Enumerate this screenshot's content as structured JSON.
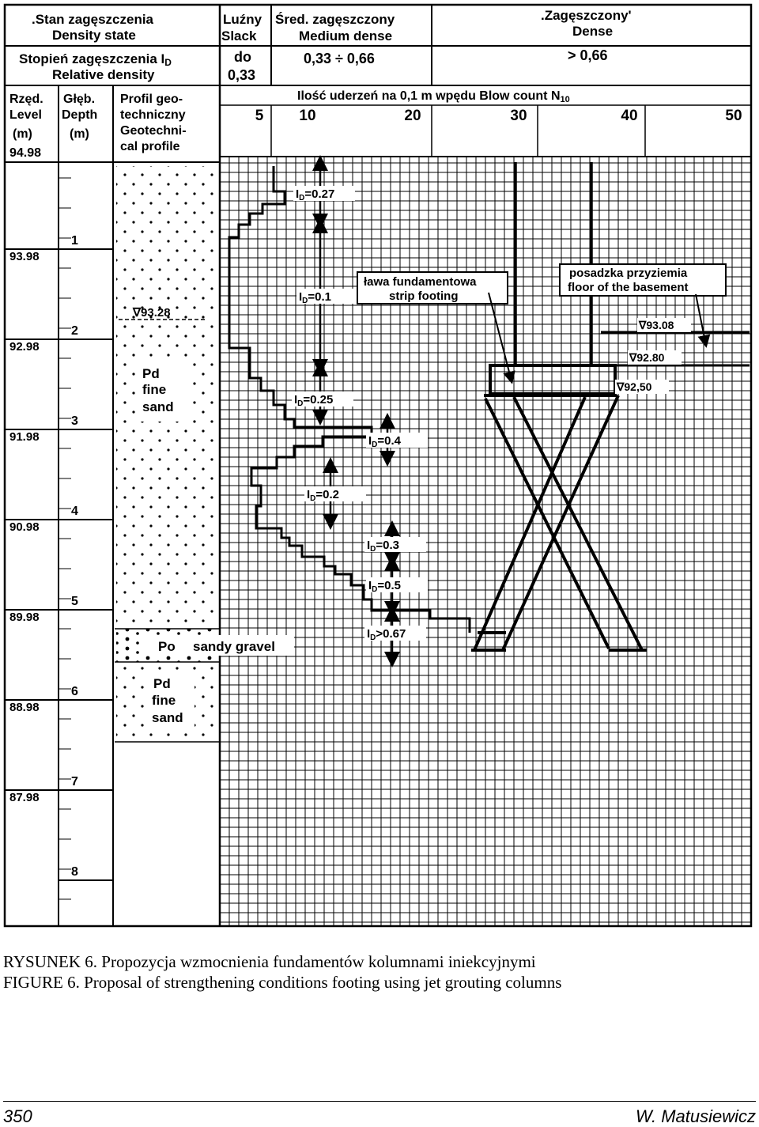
{
  "header": {
    "state_pl": ".Stan zagęszczenia",
    "state_en": "Density state",
    "slack_pl": "Luźny",
    "slack_en": "Slack",
    "medium_pl": "Śred. zagęszczony",
    "medium_en": "Medium dense",
    "dense_pl": ".Zagęszczony'",
    "dense_en": "Dense",
    "rel_pl": "Stopień zagęszczenia I",
    "rel_sub": "D",
    "rel_en": "Relative density",
    "slack_val1": "do",
    "slack_val2": "0,33",
    "medium_val": "0,33 ÷ 0,66",
    "dense_val": "> 0,66",
    "level_pl": "Rzęd.",
    "level_en": "Level",
    "level_unit": "(m)",
    "level_top": "94.98",
    "depth_pl": "Głęb.",
    "depth_en": "Depth",
    "depth_unit": "(m)",
    "profile_l1": "Profil geo-",
    "profile_l2": "techniczny",
    "profile_l3": "Geotechni-",
    "profile_l4": "cal profile",
    "blow_title": "Ilość uderzeń na 0,1 m wpędu Blow count N",
    "blow_sub": "10",
    "blow_ticks": [
      "5",
      "10",
      "20",
      "30",
      "40",
      "50"
    ]
  },
  "levels": [
    "93.98",
    "92.98",
    "91.98",
    "90.98",
    "89.98",
    "88.98",
    "87.98"
  ],
  "depths": [
    "1",
    "2",
    "3",
    "4",
    "5",
    "6",
    "7",
    "8"
  ],
  "soils": {
    "water_level": "∇93.28",
    "upper_l1": "Pd",
    "upper_l2": "fine",
    "upper_l3": "sand",
    "gravel_code": "Po",
    "gravel_name": "sandy gravel",
    "lower_l1": "Pd",
    "lower_l2": "fine",
    "lower_l3": "sand"
  },
  "id_labels": [
    "I_D=0.27",
    "I_D=0.1",
    "I_D=0.25",
    "I_D=0.4",
    "I_D=0.2",
    "I_D=0.3",
    "I_D=0.5",
    "I_D>0.67"
  ],
  "callouts": {
    "footing_pl": "ława fundamentowa",
    "footing_en": "strip footing",
    "floor_pl": "posadzka przyziemia",
    "floor_en": "floor of the basement"
  },
  "elevations": [
    "∇93.08",
    "∇92.80",
    "∇92,50"
  ],
  "caption": {
    "pl": "RYSUNEK 6. Propozycja wzmocnienia fundamentów kolumnami iniekcyjnymi",
    "en": "FIGURE 6. Proposal of strengthening conditions footing using jet grouting columns"
  },
  "footer": {
    "page": "350",
    "author": "W. Matusiewicz"
  }
}
